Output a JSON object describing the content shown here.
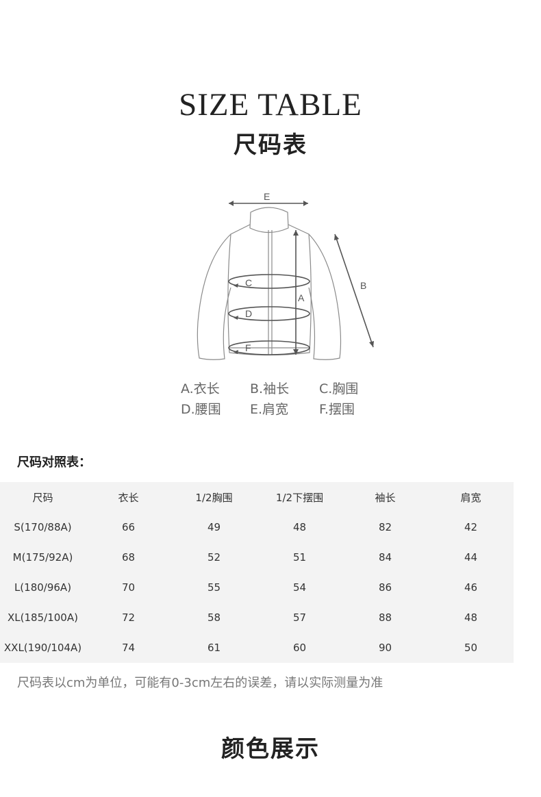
{
  "header": {
    "title_en": "SIZE TABLE",
    "title_cn": "尺码表"
  },
  "diagram": {
    "icon": "jacket-outline-icon",
    "labels": {
      "a": "A",
      "b": "B",
      "c": "C",
      "d": "D",
      "e": "E",
      "f": "F"
    }
  },
  "legend": {
    "items": [
      "A.衣长",
      "B.袖长",
      "C.胸围",
      "D.腰围",
      "E.肩宽",
      "F.摆围"
    ]
  },
  "table": {
    "heading": "尺码对照表：",
    "columns": [
      "尺码",
      "衣长",
      "1/2胸围",
      "1/2下摆围",
      "袖长",
      "肩宽"
    ],
    "rows": [
      [
        "S(170/88A)",
        "66",
        "49",
        "48",
        "82",
        "42"
      ],
      [
        "M(175/92A)",
        "68",
        "52",
        "51",
        "84",
        "44"
      ],
      [
        "L(180/96A)",
        "70",
        "55",
        "54",
        "86",
        "46"
      ],
      [
        "XL(185/100A)",
        "72",
        "58",
        "57",
        "88",
        "48"
      ],
      [
        "XXL(190/104A)",
        "74",
        "61",
        "60",
        "90",
        "50"
      ]
    ]
  },
  "note": "尺码表以cm为单位，可能有0-3cm左右的误差，请以实际测量为准",
  "color_section": {
    "title": "颜色展示"
  }
}
